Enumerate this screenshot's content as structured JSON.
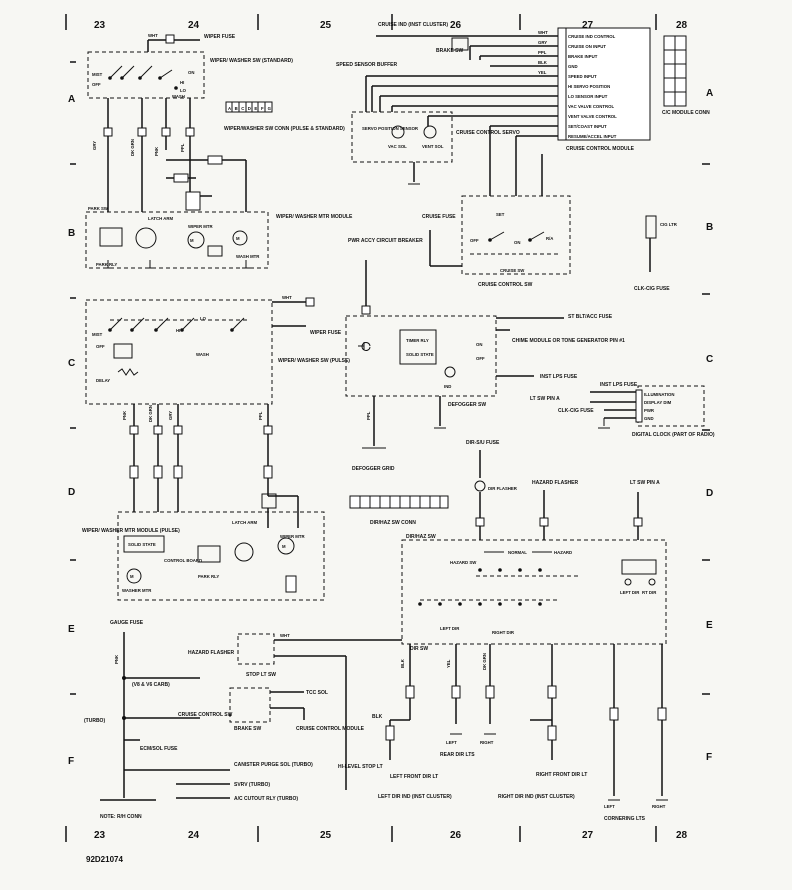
{
  "grid": {
    "columns": [
      "23",
      "24",
      "25",
      "26",
      "27",
      "28"
    ],
    "rows": [
      "A",
      "B",
      "C",
      "D",
      "E",
      "F"
    ]
  },
  "figure_id": "92D21074",
  "wipers": {
    "wiper_fuse": "WIPER FUSE",
    "wiper_washer_sw_std": "WIPER/ WASHER SW (STANDARD)",
    "mist": "MIST",
    "off": "OFF",
    "hi": "HI",
    "lo": "LO",
    "on": "ON",
    "wash": "WASH",
    "conn_label": "WIPER/WASHER SW CONN (PULSE & STANDARD)",
    "conn_letters": [
      "A",
      "B",
      "C",
      "D",
      "E",
      "F",
      "G"
    ],
    "park_sw": "PARK SW",
    "latch_arm": "LATCH ARM",
    "wiper_motor": "WIPER MTR",
    "washer_motor": "WASH MTR",
    "park_rly": "PARK RLY",
    "wiper_washer_mtr_module": "WIPER/ WASHER MTR MODULE",
    "delay": "DELAY",
    "wiper_washer_sw_pulse": "WIPER/ WASHER SW (PULSE)",
    "wiper_washer_mtr_module_pulse": "WIPER/ WASHER MTR MODULE (PULSE)",
    "solid_state": "SOLID STATE",
    "control_board": "CONTROL BOARD",
    "washer_mtr": "WASHER MTR",
    "wire_colors": [
      "WHT",
      "PNK",
      "DK GRN",
      "GRY",
      "PPL",
      "YEL",
      "BLK"
    ]
  },
  "cruise": {
    "cruise_ind": "CRUISE IND (INST CLUSTER)",
    "brake_sw": "BRAKE SW",
    "speed_sensor_buffer": "SPEED SENSOR BUFFER",
    "servo_position_sensor": "SERVO POSITION SENSOR",
    "vac_sol": "VAC SOL",
    "vent_sol": "VENT SOL",
    "cruise_control_servo": "CRUISE CONTROL SERVO",
    "module_pins": [
      "CRUISE IND CONTROL",
      "CRUISE ON INPUT",
      "BRAKE INPUT",
      "GND",
      "SPEED INPUT",
      "HI SERVO POSITION",
      "LO SENSOR INPUT",
      "VAC VALVE CONTROL",
      "VENT VALVE CONTROL",
      "SET/COAST INPUT",
      "RESUME/ACCEL INPUT"
    ],
    "module_label": "CRUISE CONTROL MODULE",
    "conn_label": "C/C MODULE CONN",
    "cruise_fuse": "CRUISE FUSE",
    "cruise_control_sw": "CRUISE CONTROL SW",
    "cruise_sw": "CRUISE SW",
    "set": "SET",
    "r_a": "R/A",
    "off": "OFF",
    "on": "ON",
    "cig_ltr": "CIG LTR",
    "clk_cig_fuse": "CLK-CIG FUSE"
  },
  "defog": {
    "pwr_acc_breaker": "PWR ACCY CIRCUIT BREAKER",
    "timer_rly": "TIMER RLY",
    "solid_state": "SOLID STATE",
    "on": "ON",
    "off": "OFF",
    "ind": "IND",
    "defogger_sw": "DEFOGGER SW",
    "st_blt_acc_fuse": "ST BLT/ACC FUSE",
    "chime_module": "CHIME MODULE OR TONE GENERATOR PIN #1",
    "inst_lps_fuse": "INST LPS FUSE",
    "defogger_grid": "DEFOGGER GRID"
  },
  "clock": {
    "inst_lps_fuse": "INST LPS FUSE",
    "lt_sw_pin_a": "LT SW PIN A",
    "clk_cig_fuse": "CLK-CIG FUSE",
    "pins": [
      "ILLUMINATION",
      "DISPLAY DIM",
      "PWR",
      "GND"
    ],
    "label": "DIGITAL CLOCK (PART OF RADIO)"
  },
  "turn": {
    "dir_su_fuse": "DIR-S/U FUSE",
    "dir_flasher": "DIR FLASHER",
    "hazard_flasher": "HAZARD FLASHER",
    "lt_sw_pin_a": "LT SW PIN A",
    "dir_haz_sw_conn": "DIR/HAZ SW CONN",
    "dir_haz_sw": "DIR/HAZ SW",
    "normal": "NORMAL",
    "hazard": "HAZARD",
    "hazard_sw": "HAZARD SW",
    "left_dir": "LEFT DIR",
    "right_dir": "RIGHT DIR",
    "left_dir_lt": "LEFT DIR",
    "rt_dir": "RT DIR",
    "dir_sw": "DIR SW",
    "left": "LEFT",
    "right": "RIGHT",
    "rear_dir_lts": "REAR DIR LTS",
    "right_front_dir_lt": "RIGHT FRONT DIR LT",
    "left_front_dir_lt": "LEFT FRONT DIR LT",
    "right_dir_ind": "RIGHT DIR IND (INST CLUSTER)",
    "left_dir_ind": "LEFT DIR IND (INST CLUSTER)",
    "hi_level_stop_lt": "HI-LEVEL STOP LT",
    "cornering_lts": "CORNERING LTS"
  },
  "lower_left": {
    "gauge_fuse": "GAUGE FUSE",
    "hazard_flasher": "HAZARD FLASHER",
    "stop_lt_sw": "STOP LT SW",
    "v8_v6_carb": "(V8 & V6 CARB)",
    "turbo": "(TURBO)",
    "cruise_control_sw": "CRUISE CONTROL SW",
    "brake_sw": "BRAKE SW",
    "tcc_sol": "TCC SOL",
    "cruise_control_module": "CRUISE CONTROL MODULE",
    "ecm_sol_fuse": "ECM/SOL FUSE",
    "canister_purge": "CANISTER PURGE SOL (TURBO)",
    "svrv_turbo": "SVRV (TURBO)",
    "ac_cutout_rly": "A/C CUTOUT RLY (TURBO)",
    "note": "NOTE: R/H CONN"
  }
}
